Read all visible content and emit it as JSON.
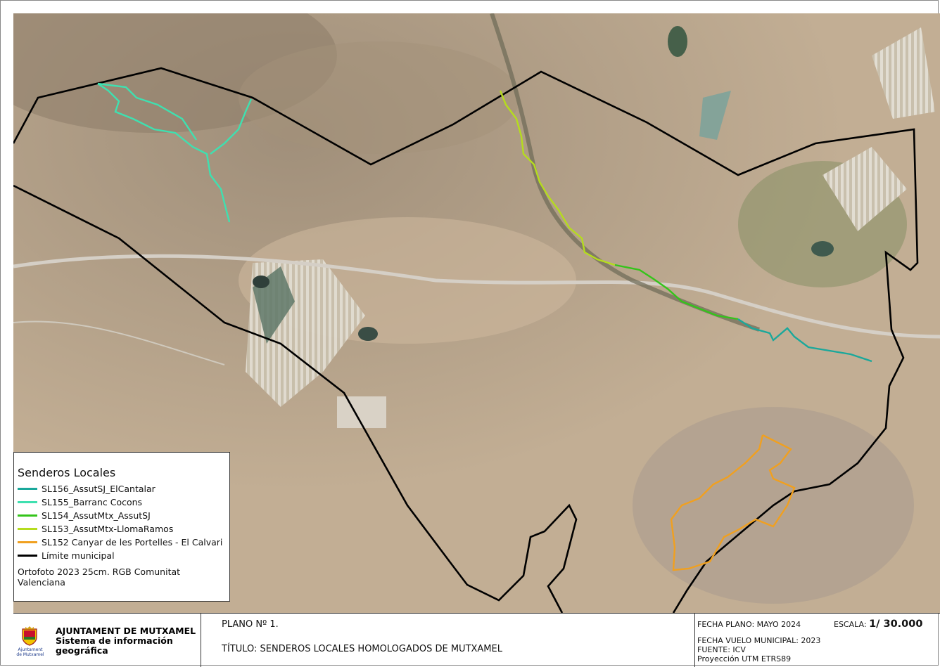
{
  "legend": {
    "title": "Senderos Locales",
    "items": [
      {
        "label": "SL156_AssutSJ_ElCantalar",
        "color": "#1aa89b"
      },
      {
        "label": "SL155_Barranc Cocons",
        "color": "#3fe0b0"
      },
      {
        "label": "SL154_AssutMtx_AssutSJ",
        "color": "#34c41a"
      },
      {
        "label": "SL153_AssutMtx-LlomaRamos",
        "color": "#b5dc1e"
      },
      {
        "label": "SL152 Canyar de les Portelles - El Calvari",
        "color": "#f0a020"
      },
      {
        "label": "Límite municipal",
        "color": "#000000"
      }
    ],
    "source": "Ortofoto 2023 25cm. RGB Comunitat Valenciana"
  },
  "footer": {
    "org_line1": "AJUNTAMENT DE MUTXAMEL",
    "org_line2": "Sistema de información",
    "org_line3": "geográfica",
    "crest_caption": "Ajuntament de Mutxamel",
    "plan_number": "PLANO Nº 1.",
    "plan_title": "TÍTULO: SENDEROS LOCALES HOMOLOGADOS DE MUTXAMEL",
    "fecha_plano": "FECHA PLANO: MAYO 2024",
    "escala_label": "ESCALA:",
    "escala_value": "1/ 30.000",
    "fecha_vuelo": "FECHA VUELO MUNICIPAL: 2023",
    "fuente": "FUENTE: ICV",
    "proyeccion": "Proyección UTM ETRS89"
  },
  "map": {
    "boundary_color": "#000000",
    "terrain_color": "#b9a68e"
  }
}
